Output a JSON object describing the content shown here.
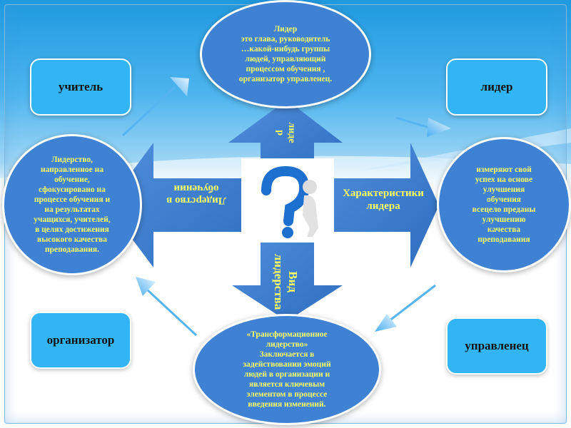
{
  "boxes": {
    "teacher": "учитель",
    "leader": "лидер",
    "organizer": "организатор",
    "manager": "управленец"
  },
  "ovals": {
    "top": "Лидер\nэто глава, руководитель\n…какой-нибудь группы\nлюдей, управляющий\nпроцессом обучения ,\nорганизатор управленец.",
    "left": "Лидерство,\nнаправленное на\nобучение,\nсфокусировано на\nпроцессе обучения и\nна результатах\nучащихся, учителей,\nв целях достижения\nвысокого качества\nпреподавания.",
    "right": "измеряют свой\nуспех на основе\nулучшения\nобучения\nвсецело преданы\nулучшению\nкачества\nпреподавания",
    "bottom": "«Трансформационное\nлидерство»\nЗаключается в\nзадействовании эмоций\nлюдей в организации и\nявляется ключевым\nэлементом в процессе\nвведения изменений."
  },
  "arrows": {
    "up": "лиде\nр",
    "left": "Лидерство в\nобучении",
    "right": "Характеристики\nлидера",
    "down": "Вид\nлидерства"
  },
  "colors": {
    "oval": "#3f82d3",
    "box": "#33b5f5",
    "text": "#ffff66"
  }
}
